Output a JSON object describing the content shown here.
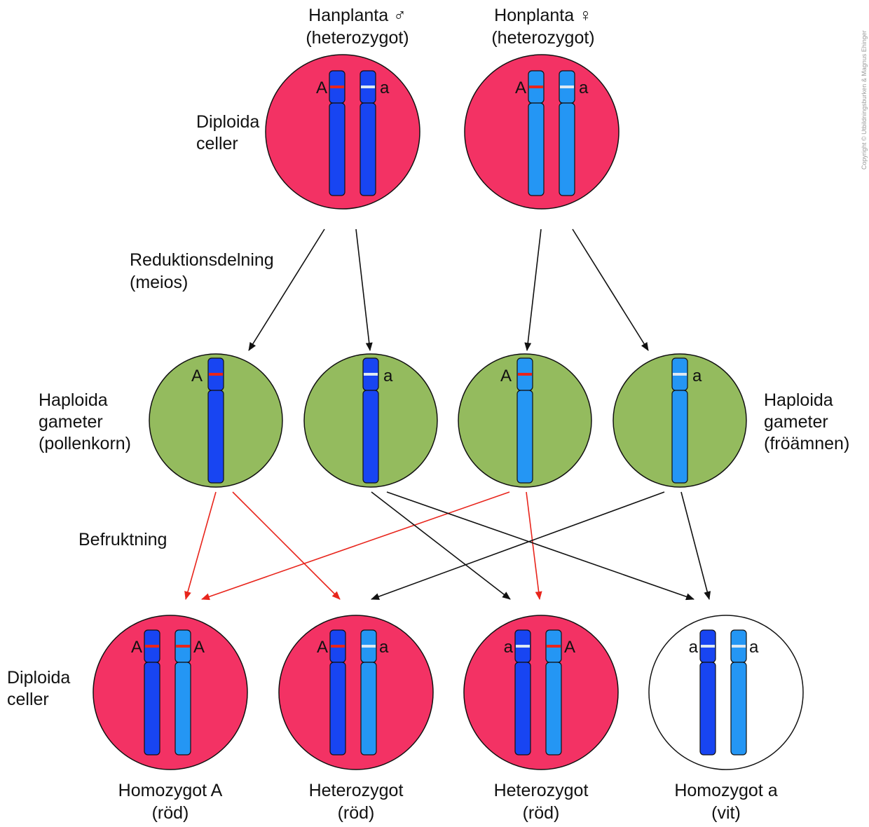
{
  "colors": {
    "red_cell": "#f33264",
    "green_cell": "#94bb5e",
    "white_cell": "#ffffff",
    "chrom_dark": "#1845f2",
    "chrom_light": "#2496f4",
    "allele_A": "#e8251c",
    "allele_a": "#dde8f2",
    "arrow_black": "#111111",
    "arrow_red": "#e8251c"
  },
  "parents": {
    "male": {
      "title": "Hanplanta ♂",
      "subtitle": "(heterozygot)"
    },
    "female": {
      "title": "Honplanta ♀",
      "subtitle": "(heterozygot)"
    }
  },
  "labels": {
    "diploid_top": [
      "Diploida",
      "celler"
    ],
    "meiosis": [
      "Reduktionsdelning",
      "(meios)"
    ],
    "haploid_left": [
      "Haploida",
      "gameter",
      "(pollenkorn)"
    ],
    "haploid_right": [
      "Haploida",
      "gameter",
      "(fröämnen)"
    ],
    "fertilization": "Befruktning",
    "diploid_bottom": [
      "Diploida",
      "celler"
    ]
  },
  "parent_alleles": {
    "male": [
      "A",
      "a"
    ],
    "female": [
      "A",
      "a"
    ]
  },
  "gametes": [
    {
      "allele": "A",
      "chromosome": "dark"
    },
    {
      "allele": "a",
      "chromosome": "dark"
    },
    {
      "allele": "A",
      "chromosome": "light"
    },
    {
      "allele": "a",
      "chromosome": "light"
    }
  ],
  "offspring": [
    {
      "alleles": [
        "A",
        "A"
      ],
      "name": "Homozygot A",
      "color_label": "(röd)",
      "cell": "red"
    },
    {
      "alleles": [
        "A",
        "a"
      ],
      "name": "Heterozygot",
      "color_label": "(röd)",
      "cell": "red"
    },
    {
      "alleles": [
        "a",
        "A"
      ],
      "name": "Heterozygot",
      "color_label": "(röd)",
      "cell": "red"
    },
    {
      "alleles": [
        "a",
        "a"
      ],
      "name": "Homozygot a",
      "color_label": "(vit)",
      "cell": "white"
    }
  ],
  "copyright": "Copyright © Utbildningsburken & Magnus Ehinger"
}
